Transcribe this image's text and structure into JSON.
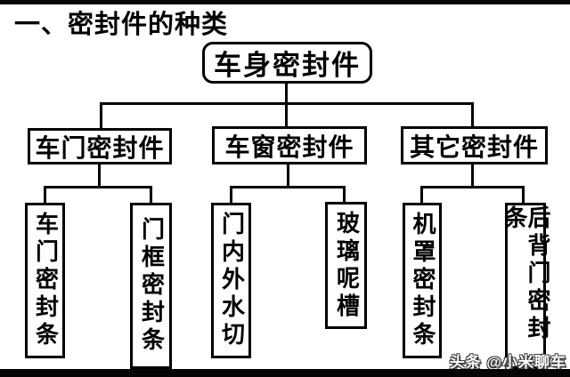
{
  "title": "一、密封件的种类",
  "tree": {
    "root": "车身密封件",
    "groups": [
      {
        "label": "车门密封件",
        "children": [
          "车门密封条",
          "门框密封条"
        ]
      },
      {
        "label": "车窗密封件",
        "children": [
          "门内外水切",
          "玻璃呢槽"
        ]
      },
      {
        "label": "其它密封件",
        "children": [
          "机罩密封条",
          "后背门密封条"
        ]
      }
    ]
  },
  "watermark": "头条 @小米聊车",
  "colors": {
    "line": "#000000",
    "background": "#ffffff",
    "bar": "#050505"
  }
}
